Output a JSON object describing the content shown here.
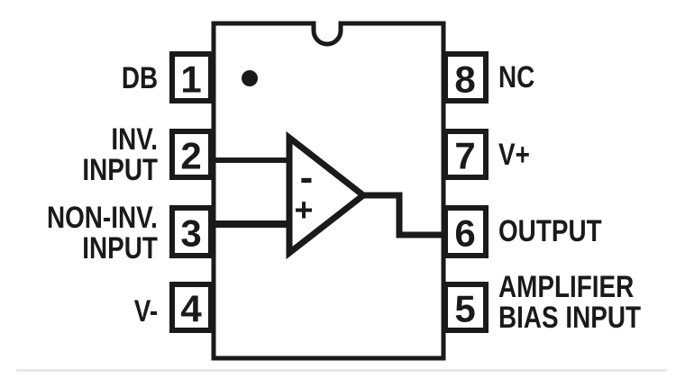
{
  "colors": {
    "ink": "#1a1a1a",
    "background": "#ffffff",
    "divider": "#e9e9e9"
  },
  "diagram": {
    "pins": [
      {
        "number": "1",
        "side": "left",
        "lines": [
          "DB"
        ]
      },
      {
        "number": "2",
        "side": "left",
        "lines": [
          "INV.",
          "INPUT"
        ]
      },
      {
        "number": "3",
        "side": "left",
        "lines": [
          "NON-INV.",
          "INPUT"
        ]
      },
      {
        "number": "4",
        "side": "left",
        "lines": [
          "V-"
        ]
      },
      {
        "number": "5",
        "side": "right",
        "lines": [
          "AMPLIFIER",
          "BIAS INPUT"
        ]
      },
      {
        "number": "6",
        "side": "right",
        "lines": [
          "OUTPUT"
        ]
      },
      {
        "number": "7",
        "side": "right",
        "lines": [
          "V+"
        ]
      },
      {
        "number": "8",
        "side": "right",
        "lines": [
          "NC"
        ]
      }
    ],
    "opamp": {
      "inverting_sign": "-",
      "non_inverting_sign": "+"
    }
  }
}
